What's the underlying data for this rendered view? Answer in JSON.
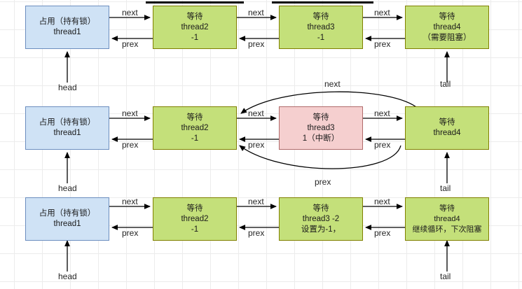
{
  "diagram": {
    "title": "AQS CLH queue state transitions",
    "colors": {
      "blue_fill": "#cfe2f5",
      "blue_stroke": "#6c8ebf",
      "green_fill": "#c4e07a",
      "green_stroke": "#808000",
      "pink_fill": "#f5cfcf",
      "pink_stroke": "#b06b6b",
      "edge": "#000000",
      "grid": "#ececec",
      "background": "#ffffff"
    },
    "edge_labels": {
      "next": "next",
      "prex": "prex"
    },
    "pointer_labels": {
      "head": "head",
      "tail": "tail"
    }
  },
  "rows": [
    {
      "id": "row-1",
      "nodes": [
        {
          "id": "r1-n1",
          "kind": "blue",
          "lines": [
            "占用（持有锁）",
            "thread1"
          ]
        },
        {
          "id": "r1-n2",
          "kind": "green",
          "lines": [
            "等待",
            "thread2",
            "-1"
          ]
        },
        {
          "id": "r1-n3",
          "kind": "green",
          "lines": [
            "等待",
            "thread3",
            "-1"
          ]
        },
        {
          "id": "r1-n4",
          "kind": "green",
          "lines": [
            "等待",
            "thread4",
            "（需要阻塞）"
          ]
        }
      ],
      "links": [
        {
          "from": "r1-n1",
          "to": "r1-n2",
          "label": "next"
        },
        {
          "from": "r1-n2",
          "to": "r1-n1",
          "label": "prex"
        },
        {
          "from": "r1-n2",
          "to": "r1-n3",
          "label": "next"
        },
        {
          "from": "r1-n3",
          "to": "r1-n2",
          "label": "prex"
        },
        {
          "from": "r1-n3",
          "to": "r1-n4",
          "label": "next"
        },
        {
          "from": "r1-n4",
          "to": "r1-n3",
          "label": "prex"
        }
      ],
      "pointers": [
        {
          "target": "r1-n1",
          "label": "head"
        },
        {
          "target": "r1-n4",
          "label": "tail"
        }
      ]
    },
    {
      "id": "row-2",
      "nodes": [
        {
          "id": "r2-n1",
          "kind": "blue",
          "lines": [
            "占用（持有锁）",
            "thread1"
          ]
        },
        {
          "id": "r2-n2",
          "kind": "green",
          "lines": [
            "等待",
            "thread2",
            "-1"
          ]
        },
        {
          "id": "r2-n3",
          "kind": "pink",
          "lines": [
            "等待",
            "thread3",
            "1（中断）"
          ]
        },
        {
          "id": "r2-n4",
          "kind": "green",
          "lines": [
            "等待",
            "thread4"
          ]
        }
      ],
      "links": [
        {
          "from": "r2-n1",
          "to": "r2-n2",
          "label": "next"
        },
        {
          "from": "r2-n2",
          "to": "r2-n1",
          "label": "prex"
        },
        {
          "from": "r2-n2",
          "to": "r2-n3",
          "label": "next"
        },
        {
          "from": "r2-n3",
          "to": "r2-n2",
          "label": "prex"
        },
        {
          "from": "r2-n3",
          "to": "r2-n4",
          "label": "next"
        },
        {
          "from": "r2-n4",
          "to": "r2-n3",
          "label": "prex"
        },
        {
          "from": "r2-n4",
          "to": "r2-n2",
          "label": "next",
          "curved": "top"
        },
        {
          "from": "r2-n2",
          "to": "r2-n4",
          "label": "prex",
          "curved": "bottom"
        }
      ],
      "pointers": [
        {
          "target": "r2-n1",
          "label": "head"
        },
        {
          "target": "r2-n4",
          "label": "tail"
        }
      ]
    },
    {
      "id": "row-3",
      "nodes": [
        {
          "id": "r3-n1",
          "kind": "blue",
          "lines": [
            "占用（持有锁）",
            "thread1"
          ]
        },
        {
          "id": "r3-n2",
          "kind": "green",
          "lines": [
            "等待",
            "thread2",
            "-1"
          ]
        },
        {
          "id": "r3-n3",
          "kind": "green",
          "lines": [
            "等待",
            "thread3 -2",
            "设置为-1，"
          ]
        },
        {
          "id": "r3-n4",
          "kind": "green",
          "lines": [
            "等待",
            "thread4",
            "继续循环，下次阻塞"
          ]
        }
      ],
      "links": [
        {
          "from": "r3-n1",
          "to": "r3-n2",
          "label": "next"
        },
        {
          "from": "r3-n2",
          "to": "r3-n1",
          "label": "prex"
        },
        {
          "from": "r3-n2",
          "to": "r3-n3",
          "label": "next"
        },
        {
          "from": "r3-n3",
          "to": "r3-n2",
          "label": "prex"
        },
        {
          "from": "r3-n3",
          "to": "r3-n4",
          "label": "next"
        },
        {
          "from": "r3-n4",
          "to": "r3-n3",
          "label": "prex"
        }
      ],
      "pointers": [
        {
          "target": "r3-n4",
          "label": "tail"
        }
      ]
    }
  ],
  "clipped_bars": [
    {
      "id": "bar-left",
      "note": "黑色横条"
    },
    {
      "id": "bar-right",
      "note": "黑色横条"
    }
  ],
  "labels": {
    "r1": {
      "next1": "next",
      "prex1": "prex",
      "next2": "next",
      "prex2": "prex",
      "next3": "next",
      "prex3": "prex",
      "head": "head",
      "tail": "tail"
    },
    "r2": {
      "next1": "next",
      "prex1": "prex",
      "next2": "next",
      "prex2": "prex",
      "next3": "next",
      "prex3": "prex",
      "curve_next": "next",
      "curve_prex": "prex",
      "head": "head",
      "tail": "tail"
    },
    "r3": {
      "next1": "next",
      "prex1": "prex",
      "next2": "next",
      "prex2": "prex",
      "next3": "next",
      "prex3": "prex",
      "head": "head",
      "tail": "tail"
    }
  }
}
